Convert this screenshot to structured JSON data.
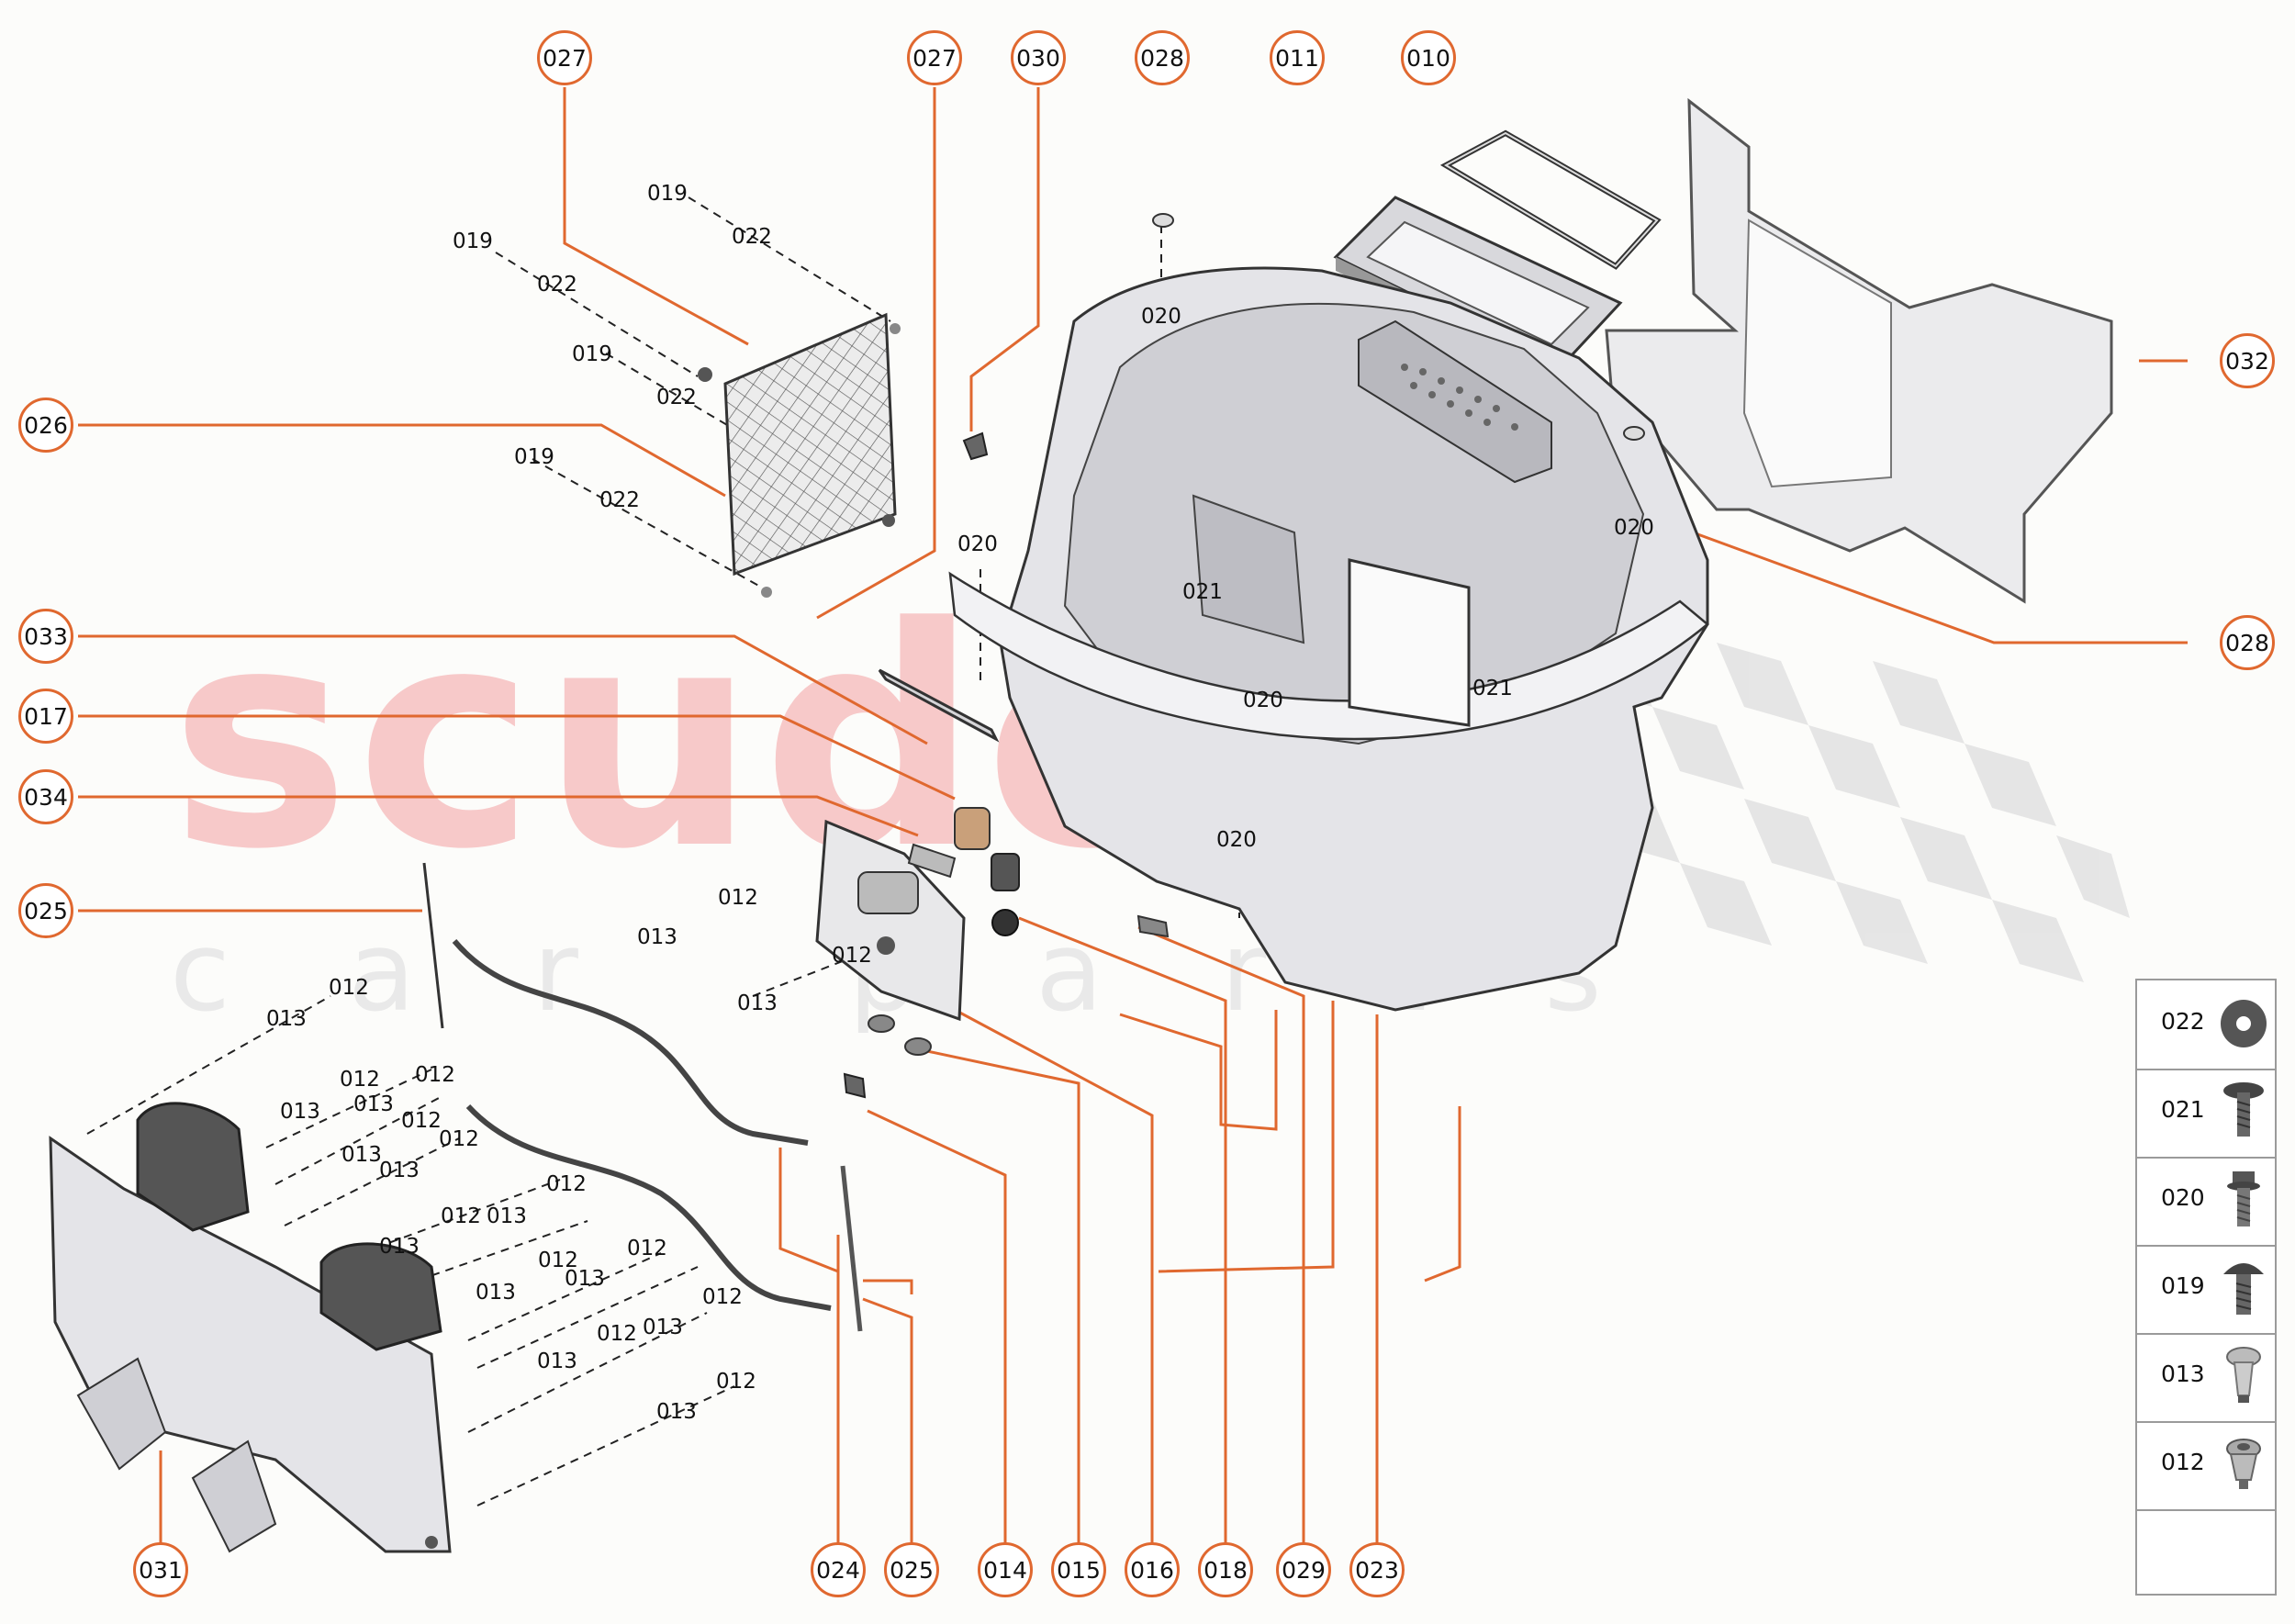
{
  "watermark": {
    "brand": "scuderia",
    "subtitle": "car parts"
  },
  "callouts": [
    "027",
    "027",
    "030",
    "028",
    "011",
    "010",
    "026",
    "032",
    "028",
    "033",
    "017",
    "034",
    "025",
    "031",
    "024",
    "025",
    "014",
    "015",
    "016",
    "018",
    "029",
    "023"
  ],
  "part_labels": [
    "019",
    "022",
    "019",
    "022",
    "019",
    "022",
    "019",
    "022",
    "020",
    "020",
    "021",
    "020",
    "020",
    "021",
    "020",
    "012",
    "013",
    "012",
    "013",
    "012",
    "013",
    "012",
    "013",
    "012",
    "013",
    "012",
    "012",
    "013",
    "013",
    "012",
    "013",
    "012",
    "013",
    "012",
    "012",
    "013",
    "013",
    "012",
    "013",
    "012",
    "013",
    "012",
    "013",
    "012"
  ],
  "legend": {
    "items": [
      {
        "code": "022",
        "icon": "washer-icon"
      },
      {
        "code": "021",
        "icon": "flat-head-screw-icon"
      },
      {
        "code": "020",
        "icon": "hex-flange-bolt-icon"
      },
      {
        "code": "019",
        "icon": "button-head-screw-icon"
      },
      {
        "code": "013",
        "icon": "push-rivet-icon"
      },
      {
        "code": "012",
        "icon": "clip-nut-icon"
      }
    ],
    "direction_icon": "front-direction-arrow-icon"
  },
  "colors": {
    "accent": "#e0682f",
    "leader": "#e0682f",
    "watermark_red": "#f7c9c9",
    "watermark_grey": "#e9e9e9",
    "part_fill": "#e6e6e9",
    "part_stroke": "#3a3a3a"
  }
}
